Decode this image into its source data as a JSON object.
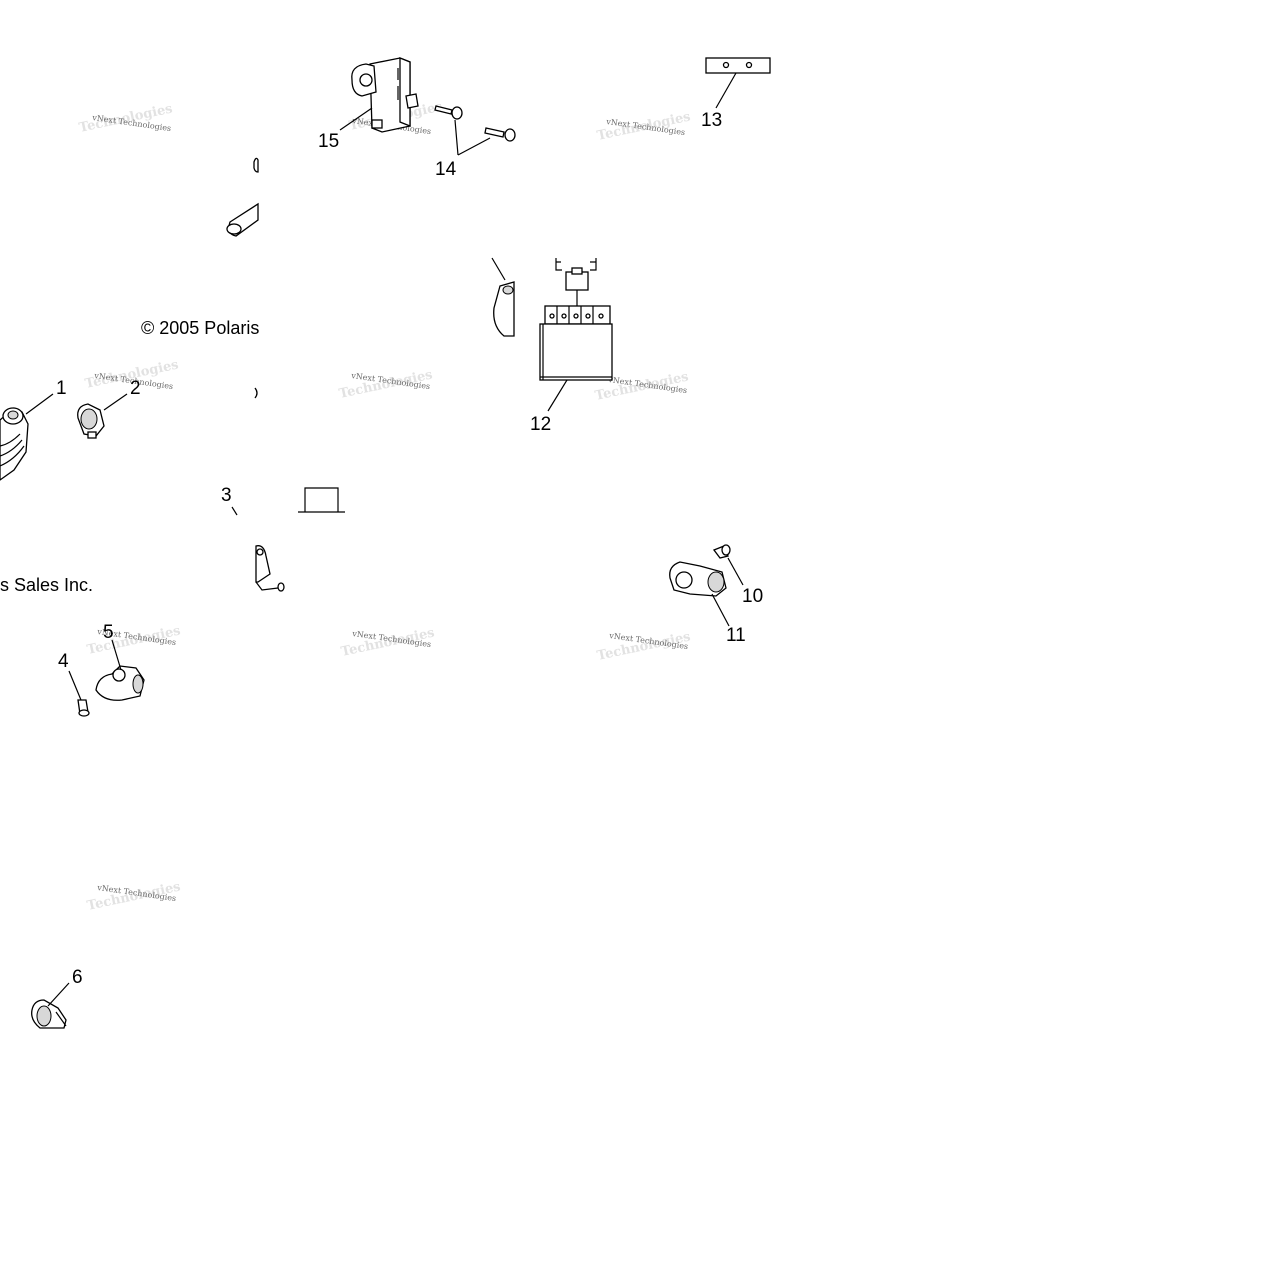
{
  "copyright": {
    "line_part1": "© 2005 Polaris",
    "line_part2": "s Sales Inc."
  },
  "watermark": {
    "text": "vNext Technologies"
  },
  "callouts": [
    "1",
    "2",
    "3",
    "4",
    "5",
    "6",
    "10",
    "11",
    "12",
    "13",
    "14",
    "15"
  ]
}
